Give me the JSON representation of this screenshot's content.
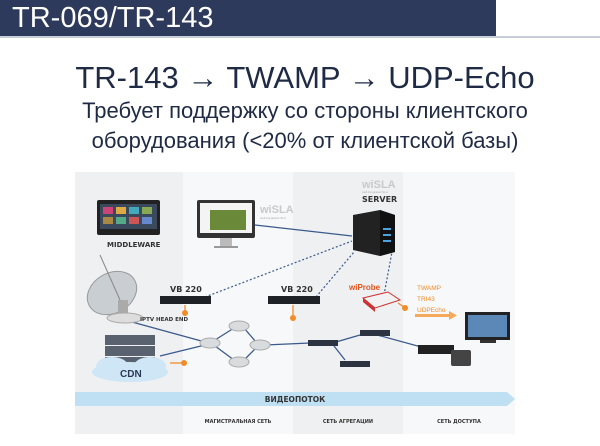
{
  "header": {
    "title": "TR-069/TR-143"
  },
  "slide": {
    "title": "TR-143 → TWAMP → UDP-Echo",
    "subtitle_line1": "Требует поддержку со стороны клиентского",
    "subtitle_line2": "оборудования (<20% от клиентской базы)"
  },
  "diagram": {
    "middleware": "MIDDLEWARE",
    "wisla_logo": "wiSLA",
    "wisla_tagline": "well integrated SLA",
    "server": "SERVER",
    "iptv_head_end": "IPTV HEAD END",
    "cdn": "CDN",
    "vb1": "VB 220",
    "vb2": "VB 220",
    "wiprobe": "wiProbe",
    "protocols": [
      "TWAMP",
      "TRI43",
      "UDPEcho"
    ],
    "flow": "ВИДЕОПОТОК",
    "segments": [
      "МАГИСТРАЛЬНАЯ СЕТЬ",
      "СЕТЬ АГРЕГАЦИИ",
      "СЕТЬ ДОСТУПА"
    ],
    "colors": {
      "accent": "#f28c28",
      "line": "#3b5a8c",
      "flow": "#bfe0f2"
    }
  }
}
